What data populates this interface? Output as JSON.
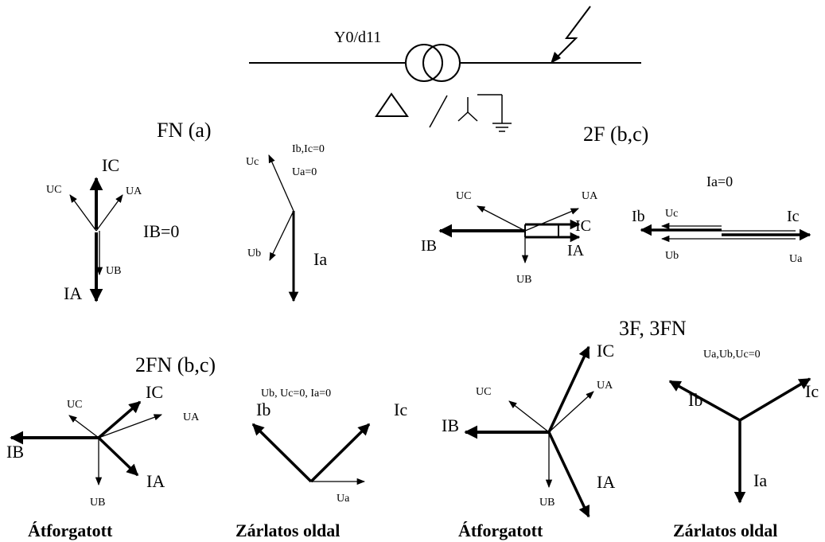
{
  "transformer": {
    "label": "Y0/d11"
  },
  "titles": {
    "fn": "FN (a)",
    "f2": "2F (b,c)",
    "f2n": "2FN (b,c)",
    "f3": "3F, 3FN"
  },
  "notes": {
    "fn_rot": "IB=0",
    "fn_faulted_1": "Ib,Ic=0",
    "fn_faulted_2": "Ua=0",
    "f2_faulted": "Ia=0",
    "f2n_faulted": "Ub, Uc=0, Ia=0",
    "f3_faulted": "Ua,Ub,Uc=0"
  },
  "vector_labels": {
    "IA": "IA",
    "IB": "IB",
    "IC": "IC",
    "UA": "UA",
    "UB": "UB",
    "UC": "UC",
    "Ia": "Ia",
    "Ib": "Ib",
    "Ic": "Ic",
    "Ua": "Ua",
    "Ub": "Ub",
    "Uc": "Uc"
  },
  "captions": {
    "rotated": "Átforgatott",
    "faulted": "Zárlatos oldal"
  }
}
